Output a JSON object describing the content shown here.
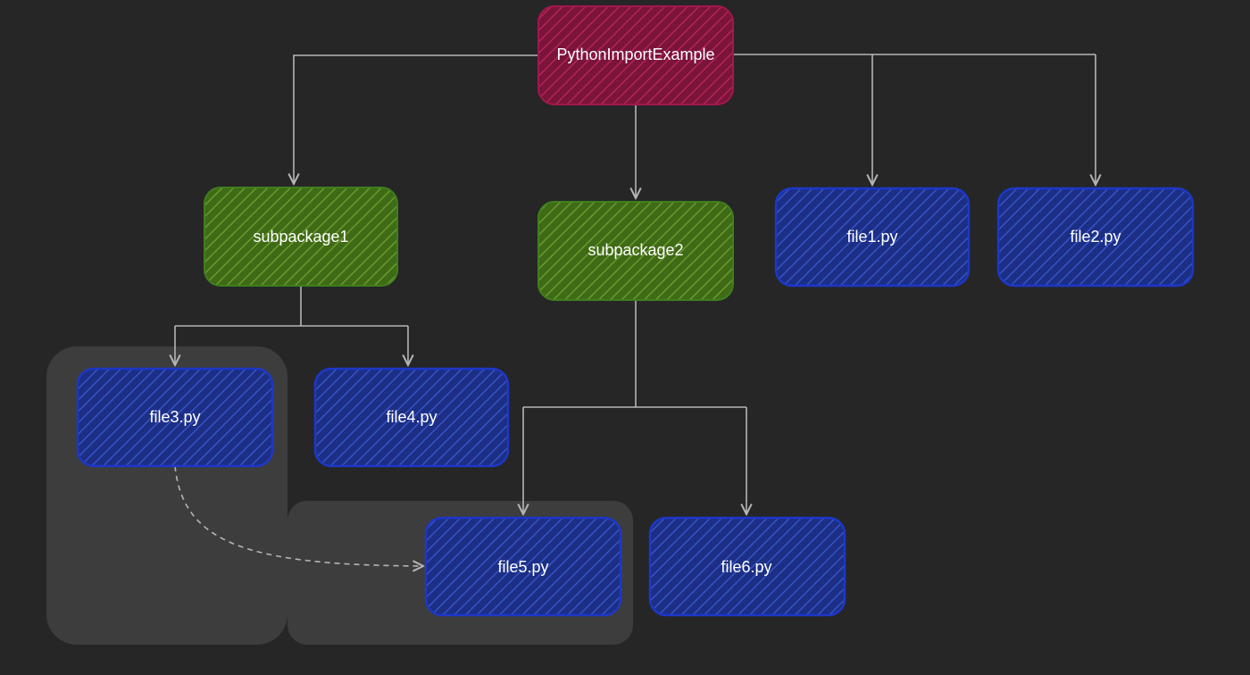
{
  "colors": {
    "background": "#262626",
    "root_fill": "#8b1c45",
    "root_stroke": "#a3174e",
    "package_fill": "#4e7a1a",
    "package_stroke": "#3f7f1e",
    "file_fill": "#1f3a9a",
    "file_stroke": "#1d37c9",
    "connector": "#b5b5b5",
    "group_panel": "#3d3d3d",
    "label": "#ffffff"
  },
  "nodes": {
    "root": {
      "label": "PythonImportExample"
    },
    "subpackage1": {
      "label": "subpackage1"
    },
    "subpackage2": {
      "label": "subpackage2"
    },
    "file1": {
      "label": "file1.py"
    },
    "file2": {
      "label": "file2.py"
    },
    "file3": {
      "label": "file3.py"
    },
    "file4": {
      "label": "file4.py"
    },
    "file5": {
      "label": "file5.py"
    },
    "file6": {
      "label": "file6.py"
    }
  },
  "edges": [
    {
      "from": "root",
      "to": "subpackage1",
      "style": "solid"
    },
    {
      "from": "root",
      "to": "subpackage2",
      "style": "solid"
    },
    {
      "from": "root",
      "to": "file1",
      "style": "solid"
    },
    {
      "from": "root",
      "to": "file2",
      "style": "solid"
    },
    {
      "from": "subpackage1",
      "to": "file3",
      "style": "solid"
    },
    {
      "from": "subpackage1",
      "to": "file4",
      "style": "solid"
    },
    {
      "from": "subpackage2",
      "to": "file5",
      "style": "solid"
    },
    {
      "from": "subpackage2",
      "to": "file6",
      "style": "solid"
    },
    {
      "from": "file3",
      "to": "file5",
      "style": "dashed"
    }
  ]
}
